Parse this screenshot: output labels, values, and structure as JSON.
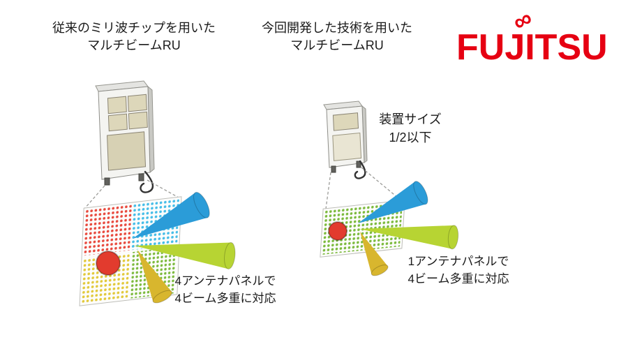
{
  "page": {
    "background": "#ffffff"
  },
  "logo": {
    "text": "FUJITSU",
    "symbol": "∞",
    "color": "#e60012"
  },
  "left_section": {
    "title_line1": "従来のミリ波チップを用いた",
    "title_line2": "マルチビームRU",
    "caption_line1": "4アンテナパネルで",
    "caption_line2": "4ビーム多重に対応",
    "antenna_panel_count": 4,
    "beam_count": 4
  },
  "right_section": {
    "title_line1": "今回開発した技術を用いた",
    "title_line2": "マルチビームRU",
    "size_note_line1": "装置サイズ",
    "size_note_line2": "1/2以下",
    "caption_line1": "1アンテナパネルで",
    "caption_line2": "4ビーム多重に対応",
    "antenna_panel_count": 1,
    "beam_count": 4
  },
  "colors": {
    "page_bg": "#ffffff",
    "text_color": "#1a1a1a",
    "fujitsu_red": "#e60012",
    "beam_blue": "#2b9cd8",
    "beam_green": "#b7d433",
    "beam_yellow": "#d8b62e",
    "beam_red": "#e23b2e",
    "dot_red": "#e8493d",
    "dot_blue": "#45bde8",
    "dot_yellow": "#e2c93b",
    "dot_green": "#7cba3d"
  }
}
